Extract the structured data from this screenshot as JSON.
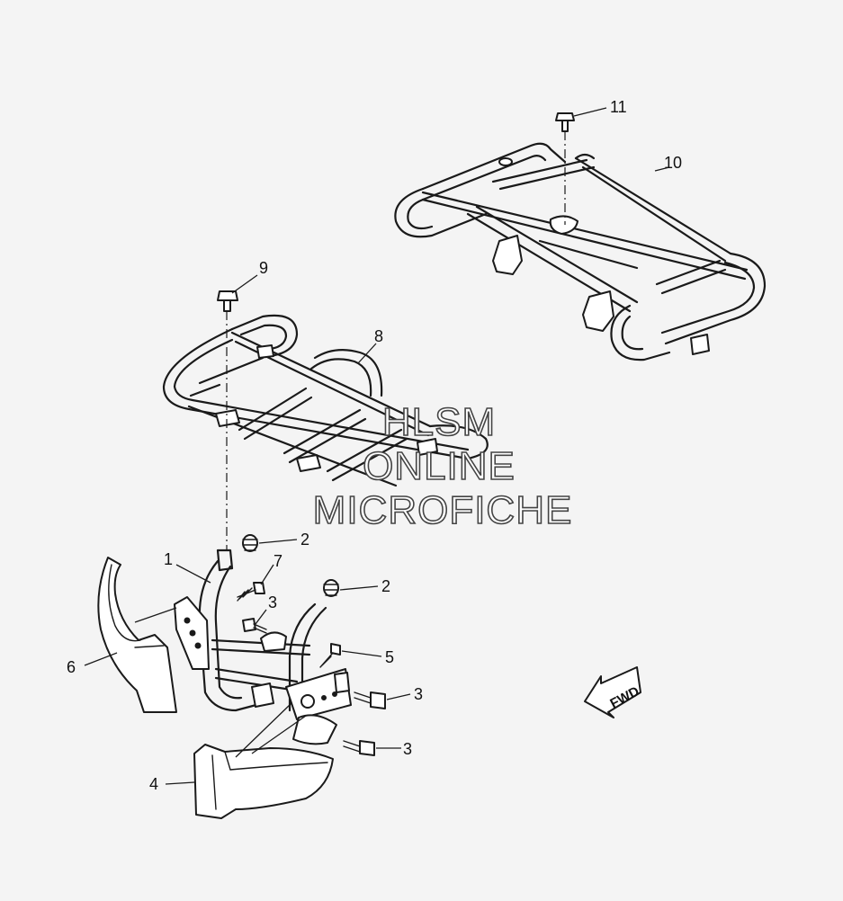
{
  "callouts": {
    "c1": "1",
    "c2a": "2",
    "c2b": "2",
    "c3a": "3",
    "c3b": "3",
    "c3c": "3",
    "c4": "4",
    "c5": "5",
    "c6": "6",
    "c7": "7",
    "c8": "8",
    "c9": "9",
    "c10": "10",
    "c11": "11"
  },
  "watermark": {
    "line1": "HLSM",
    "line2": "ONLINE",
    "line3": "MICROFICHE"
  },
  "direction_label": "FWD"
}
